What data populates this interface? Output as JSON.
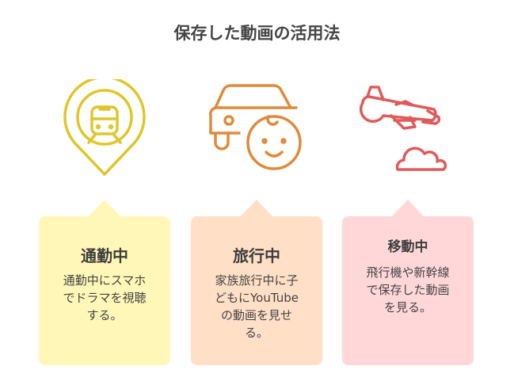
{
  "title": "保存した動画の活用法",
  "colors": {
    "train_icon": "#e0c62a",
    "car_child_icon": "#e08a3a",
    "plane_icon": "#e05a5a",
    "card1_bg": "#fff7b8",
    "card2_bg": "#ffdfc6",
    "card3_bg": "#ffd7d8"
  },
  "cards": [
    {
      "title": "通勤中",
      "body_lines": [
        "通勤中にスマホ",
        "でドラマを視聴",
        "する。"
      ],
      "icon": "train-location-icon"
    },
    {
      "title": "旅行中",
      "body_lines": [
        "家族旅行中に子",
        "どもにYouTube",
        "の動画を見せ",
        "る。"
      ],
      "icon": "car-child-icon"
    },
    {
      "title": "移動中",
      "body_lines": [
        "飛行機や新幹線",
        "で保存した動画",
        "を見る。"
      ],
      "icon": "airplane-cloud-icon"
    }
  ]
}
